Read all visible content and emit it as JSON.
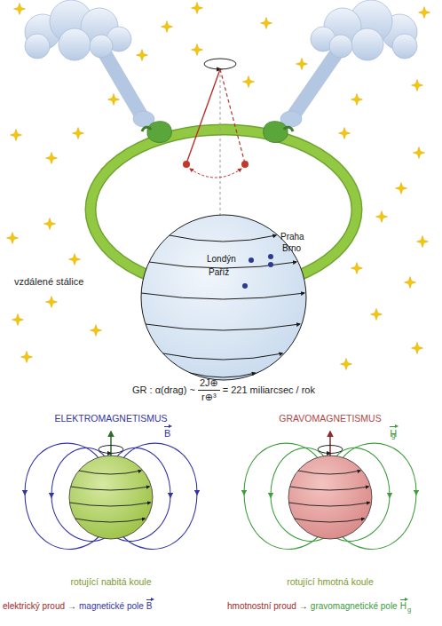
{
  "diagram": {
    "nodes": [
      {
        "text": [
          "Praha",
          "Brno",
          "Londýn",
          "Paříž"
        ]
      }
    ],
    "labels": [
      "vzdálené stálice",
      "GR : α(drag) ~",
      "2J⊕",
      "r⊕³",
      "= 221 miliarcsec / rok",
      "ELEKTROMAGNETISMUS",
      "B",
      "GRAVOMAGNETISMUS",
      "H",
      "g",
      "rotující nabitá koule",
      "rotující hmotná koule",
      "elektrický proud",
      "→",
      "magnetické pole",
      "B",
      "hmotnostní proud",
      "→",
      "gravomagnetické pole",
      "H",
      "g"
    ]
  }
}
